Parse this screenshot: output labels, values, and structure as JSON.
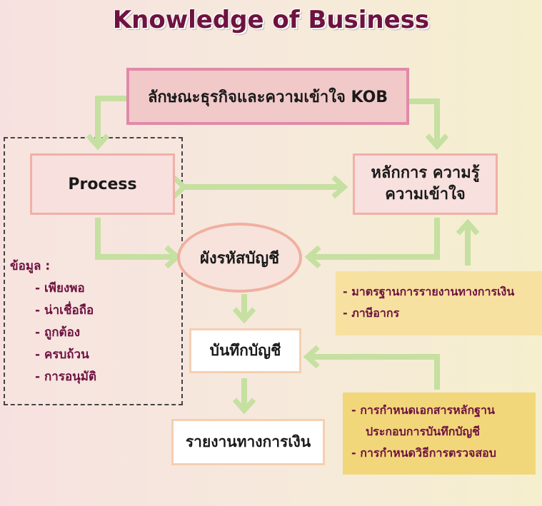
{
  "title": "Knowledge of Business",
  "nodes": {
    "kob": "ลักษณะธุรกิจและความเข้าใจ KOB",
    "process": "Process",
    "principles_1": "หลักการ ความรู้",
    "principles_2": "ความเข้าใจ",
    "chart_of_accounts": "ผังรหัสบัญชี",
    "bookkeeping": "บันทึกบัญชี",
    "financial_report": "รายงานทางการเงิน"
  },
  "data_box": {
    "heading": "ข้อมูล :",
    "items": [
      "- เพียงพอ",
      "- น่าเชื่อถือ",
      "- ถูกต้อง",
      "- ครบถ้วน",
      "- การอนุมัติ"
    ]
  },
  "standards_box": {
    "items": [
      "- มาตรฐานการรายงานทางการเงิน",
      "- ภาษีอากร"
    ]
  },
  "documents_box": {
    "items": [
      "- การกำหนดเอกสารหลักฐาน",
      "ประกอบการบันทึกบัญชี",
      "- การกำหนดวิธีการตรวจสอบ"
    ]
  },
  "colors": {
    "arrow": "#c5e0a0",
    "title": "#6e1240",
    "yellow1": "#f7e1a0",
    "yellow2": "#f2d77a"
  }
}
